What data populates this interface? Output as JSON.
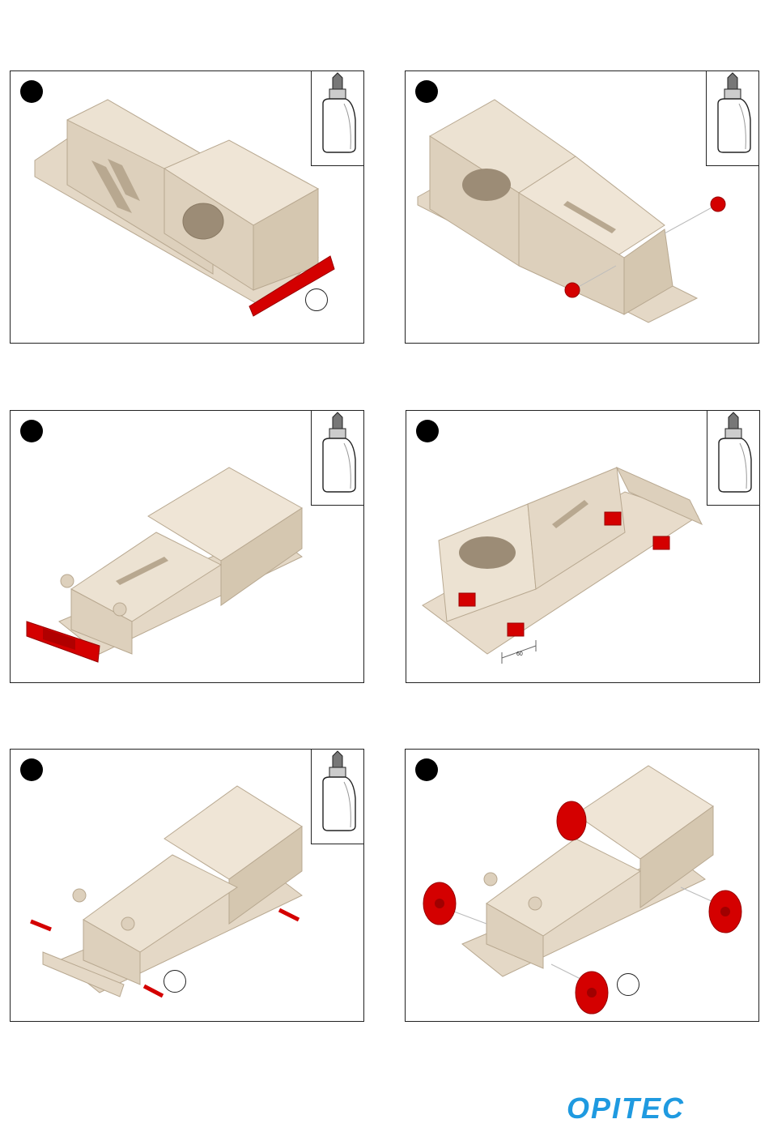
{
  "page": {
    "brand": {
      "logo_text": "OPITEC",
      "color": "#1f9ae0"
    }
  },
  "colors": {
    "wood": "#e8dccb",
    "wood_shade": "#d8cab4",
    "red": "#d40000",
    "frame": "#222222"
  },
  "panels": [
    {
      "id": 1,
      "has_glue_icon": true,
      "has_circle_mark": true,
      "highlight": "rear-bumper"
    },
    {
      "id": 2,
      "has_glue_icon": true,
      "has_circle_mark": false,
      "highlight": "headlights"
    },
    {
      "id": 3,
      "has_glue_icon": true,
      "has_circle_mark": false,
      "highlight": "front-bumper"
    },
    {
      "id": 4,
      "has_glue_icon": true,
      "has_circle_mark": false,
      "highlight": "axle-blocks",
      "dimension_label": "60"
    },
    {
      "id": 5,
      "has_glue_icon": true,
      "has_circle_mark": true,
      "highlight": "axles"
    },
    {
      "id": 6,
      "has_glue_icon": false,
      "has_circle_mark": true,
      "highlight": "wheels"
    }
  ],
  "icons": {
    "glue": "glue-bottle-icon",
    "step": "step-number-dot"
  }
}
